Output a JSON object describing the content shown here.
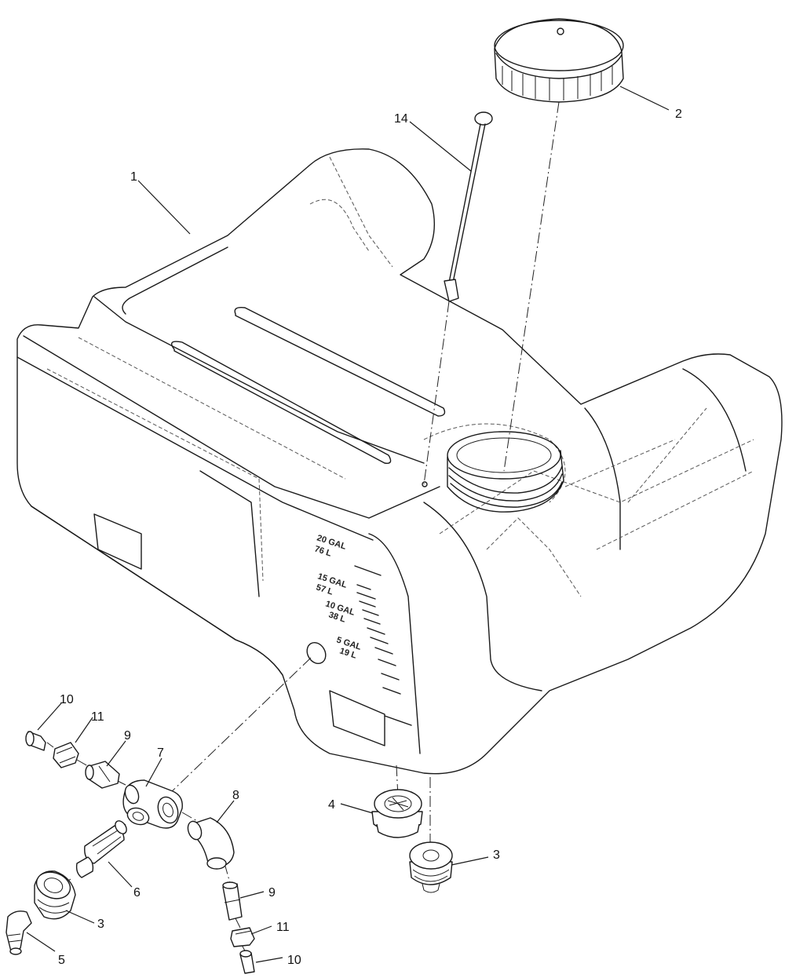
{
  "callouts": {
    "c1": "1",
    "c2": "2",
    "c14": "14",
    "c3a": "3",
    "c3b": "3",
    "c4": "4",
    "c5": "5",
    "c6": "6",
    "c7": "7",
    "c8": "8",
    "c9a": "9",
    "c9b": "9",
    "c10a": "10",
    "c10b": "10",
    "c11a": "11",
    "c11b": "11"
  },
  "tank_markings": {
    "m20": [
      "20 GAL",
      "76 L"
    ],
    "m15": [
      "15 GAL",
      "57 L"
    ],
    "m10": [
      "10 GAL",
      "38 L"
    ],
    "m5": [
      "5 GAL",
      "19 L"
    ]
  },
  "colors": {
    "line": "#1a1a1a",
    "background": "#ffffff"
  }
}
